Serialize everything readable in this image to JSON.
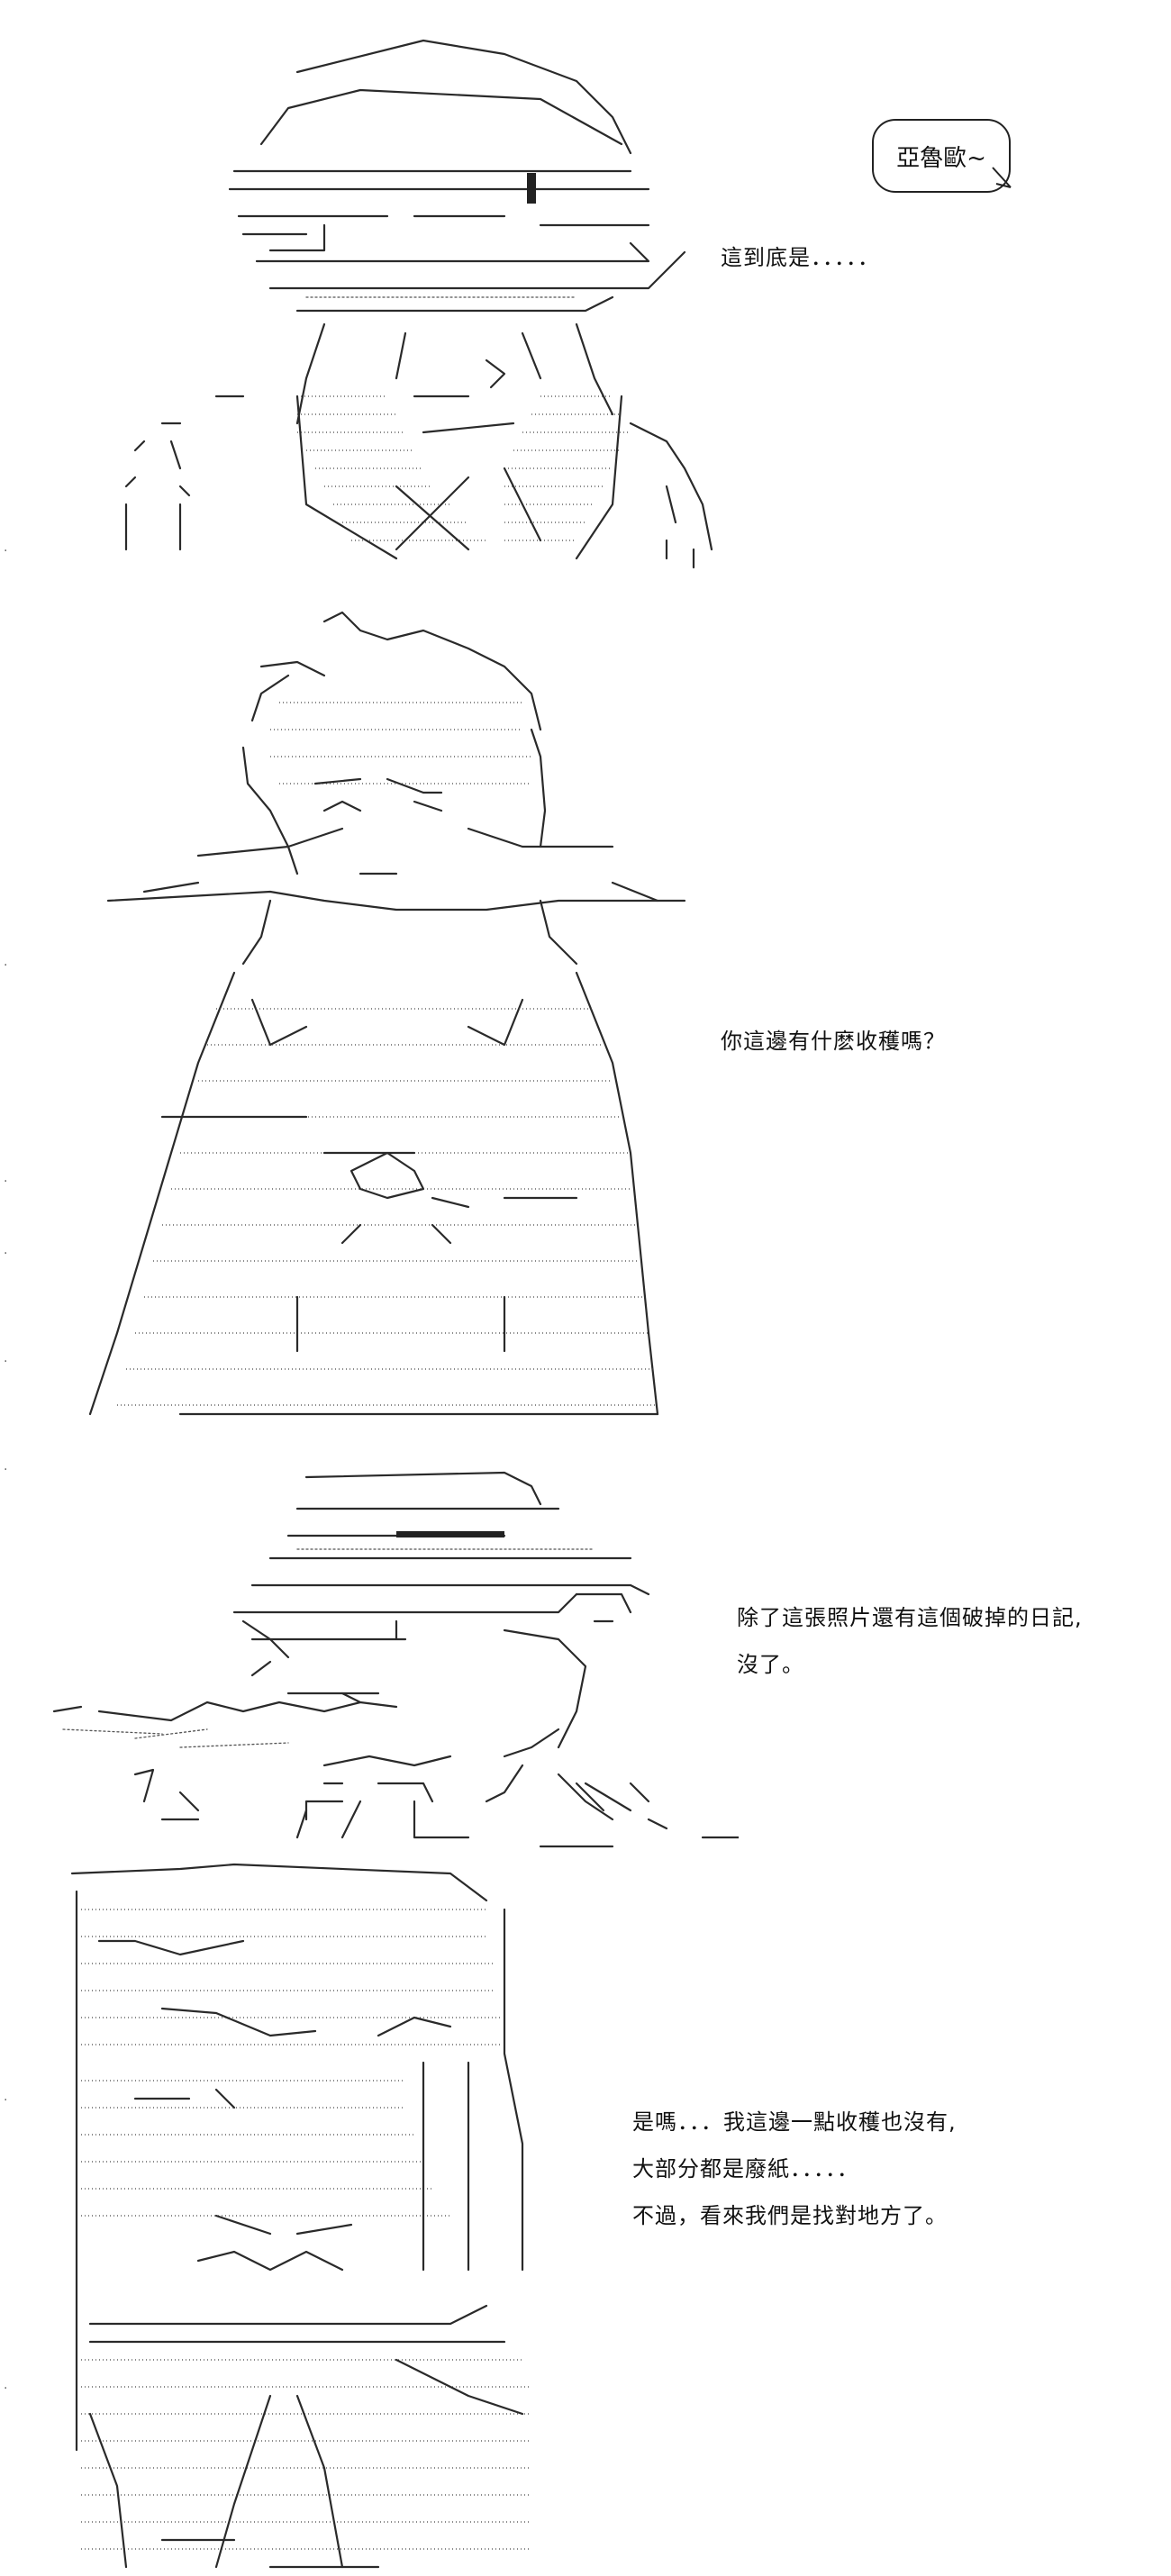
{
  "panels": [
    {
      "id": "panel-1",
      "bubble_text": "亞魯歐~",
      "dialog": [
        "這到底是．．．．．"
      ]
    },
    {
      "id": "panel-2",
      "dialog": [
        "你這邊有什麽收穫嗎？"
      ]
    },
    {
      "id": "panel-3",
      "dialog": [
        "除了這張照片還有這個破掉的日記,",
        "沒了。"
      ]
    },
    {
      "id": "panel-4",
      "dialog": [
        "是嗎．．．我這邊一點收穫也沒有,",
        "大部分都是廢紙．．．．．",
        "不過，看來我們是找對地方了。"
      ]
    }
  ]
}
